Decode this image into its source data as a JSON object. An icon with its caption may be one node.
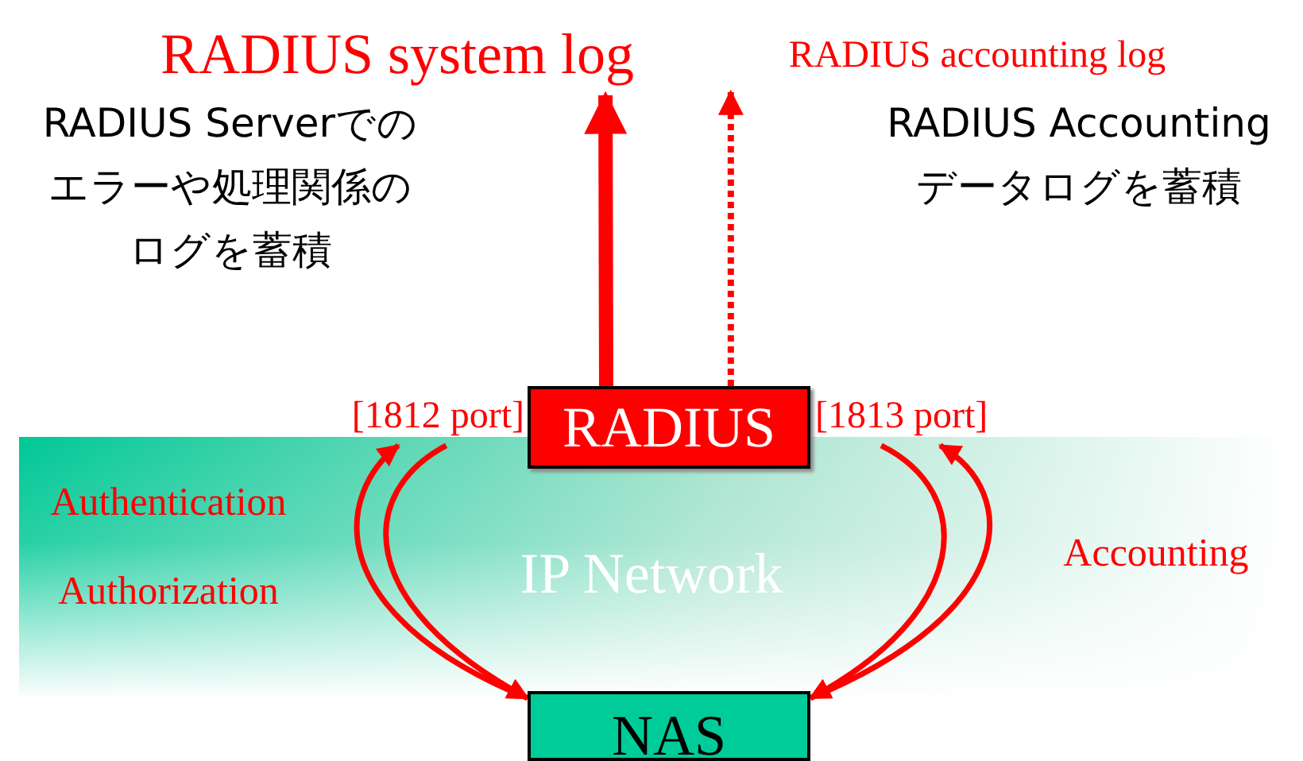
{
  "diagram": {
    "nodes": [
      {
        "text": [
          "RADIUS system log"
        ]
      },
      {
        "text": [
          "RADIUS accounting log"
        ]
      },
      {
        "text": [
          "RADIUS"
        ],
        "beside": [
          "[1812 port]",
          "[1813 port]"
        ]
      },
      {
        "text": [
          "NAS"
        ]
      }
    ],
    "edges": [
      {
        "from": 2,
        "to": 0,
        "arrow": "to",
        "style": "thick"
      },
      {
        "from": 2,
        "to": 1,
        "arrow": "to",
        "style": "dashed"
      },
      {
        "from": 3,
        "to": 2,
        "arrow": "to"
      },
      {
        "from": 2,
        "to": 3,
        "arrow": "to"
      },
      {
        "from": 2,
        "to": 3,
        "arrow": "to"
      },
      {
        "from": 3,
        "to": 2,
        "arrow": "to"
      }
    ],
    "labels": [
      "RADIUS Serverでのエラーや処理関係のログを蓄積",
      "RADIUS Accountingデータログを蓄積",
      "Authentication",
      "Accounting",
      "IP Network",
      "Authorization"
    ]
  }
}
